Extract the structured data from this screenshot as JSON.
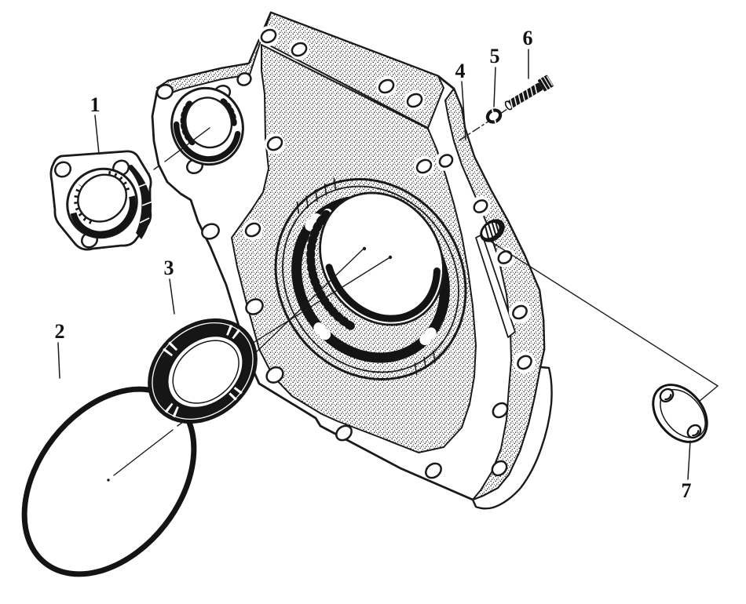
{
  "diagram": {
    "type": "exploded-parts-illustration",
    "subject": "engine-flywheel-housing-assembly",
    "ink": "#1a1a1a",
    "paper": "#ffffff",
    "callouts": [
      {
        "number": "1",
        "target": "front-cover-flange"
      },
      {
        "number": "2",
        "target": "o-ring"
      },
      {
        "number": "3",
        "target": "oil-seal-ring"
      },
      {
        "number": "4",
        "target": "gasket"
      },
      {
        "number": "5",
        "target": "lock-washer"
      },
      {
        "number": "6",
        "target": "bolt"
      },
      {
        "number": "7",
        "target": "cover-plate"
      }
    ]
  }
}
